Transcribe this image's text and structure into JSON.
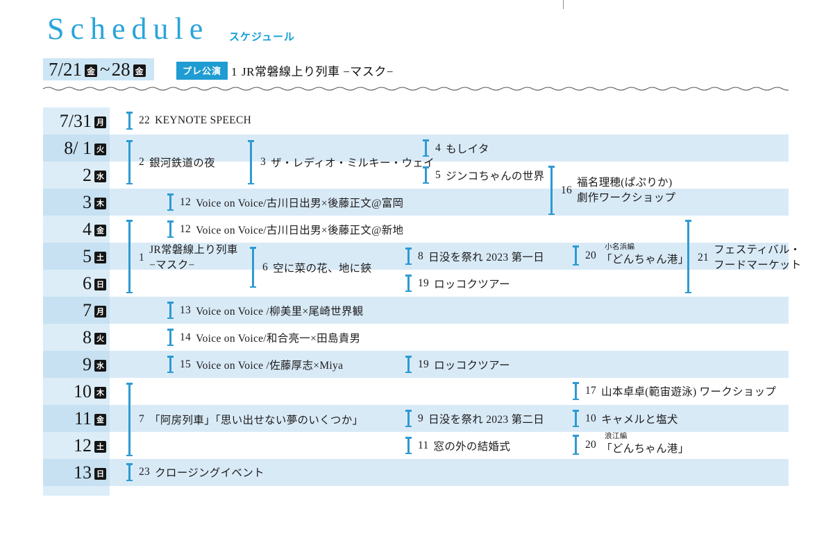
{
  "header": {
    "title": "Schedule",
    "title_kana": "スケジュール"
  },
  "pre_period": {
    "start_date": "7/21",
    "start_day": "金",
    "range_tilde": "~",
    "end_date": "28",
    "end_day": "金",
    "badge": "プレ公演",
    "event_num": "1",
    "event_title": "JR常磐線上り列車 −マスク−"
  },
  "rows": [
    {
      "date": "7/31",
      "day": "月"
    },
    {
      "date": "8/ 1",
      "day": "火"
    },
    {
      "date": "2",
      "day": "水"
    },
    {
      "date": "3",
      "day": "木"
    },
    {
      "date": "4",
      "day": "金"
    },
    {
      "date": "5",
      "day": "土"
    },
    {
      "date": "6",
      "day": "日"
    },
    {
      "date": "7",
      "day": "月"
    },
    {
      "date": "8",
      "day": "火"
    },
    {
      "date": "9",
      "day": "水"
    },
    {
      "date": "10",
      "day": "木"
    },
    {
      "date": "11",
      "day": "金"
    },
    {
      "date": "12",
      "day": "土"
    },
    {
      "date": "13",
      "day": "日"
    }
  ],
  "events": [
    {
      "num": "22",
      "title": "KEYNOTE SPEECH"
    },
    {
      "num": "2",
      "title": "銀河鉄道の夜"
    },
    {
      "num": "3",
      "title": "ザ・レディオ・ミルキー・ウェイ"
    },
    {
      "num": "4",
      "title": "もしイタ"
    },
    {
      "num": "5",
      "title": "ジンコちゃんの世界"
    },
    {
      "num": "16",
      "line1": "福名理穂(ぱぷりか)",
      "line2": "劇作ワークショップ"
    },
    {
      "num": "12",
      "title": "Voice on Voice/古川日出男×後藤正文@富岡"
    },
    {
      "num": "12",
      "title": "Voice on Voice/古川日出男×後藤正文@新地"
    },
    {
      "num": "1",
      "line1": "JR常磐線上り列車",
      "line2": "−マスク−"
    },
    {
      "num": "6",
      "title": "空に菜の花、地に鋏"
    },
    {
      "num": "8",
      "title": "日没を祭れ 2023 第一日"
    },
    {
      "num": "20",
      "annotation": "小名浜編",
      "line2": "「どんちゃん港」"
    },
    {
      "num": "21",
      "line1": "フェスティバル・",
      "line2": "フードマーケット"
    },
    {
      "num": "19",
      "title": "ロッコクツアー"
    },
    {
      "num": "13",
      "title": "Voice on Voice /柳美里×尾崎世界観"
    },
    {
      "num": "14",
      "title": "Voice on Voice/和合亮一×田島貴男"
    },
    {
      "num": "15",
      "title": "Voice on Voice /佐藤厚志×Miya"
    },
    {
      "num": "19",
      "title": "ロッコクツアー"
    },
    {
      "num": "7",
      "title": "「阿房列車」「思い出せない夢のいくつか」"
    },
    {
      "num": "17",
      "title": "山本卓卓(範宙遊泳) ワークショップ"
    },
    {
      "num": "9",
      "title": "日没を祭れ 2023 第二日"
    },
    {
      "num": "10",
      "title": "キャメルと塩犬"
    },
    {
      "num": "11",
      "title": "窓の外の結婚式"
    },
    {
      "num": "20",
      "annotation": "浪江編",
      "line2": "「どんちゃん港」"
    },
    {
      "num": "23",
      "title": "クロージングイベント"
    }
  ],
  "colors": {
    "accent_blue": "#2d9ad2",
    "stripe": "#d9eaf7",
    "date_cell_dark": "#c7e1f2",
    "date_cell_light": "#dcedf8",
    "pre_badge_bg": "#1f9cd2",
    "day_badge_bg": "#151515",
    "title_blue": "#2aa4d9"
  }
}
